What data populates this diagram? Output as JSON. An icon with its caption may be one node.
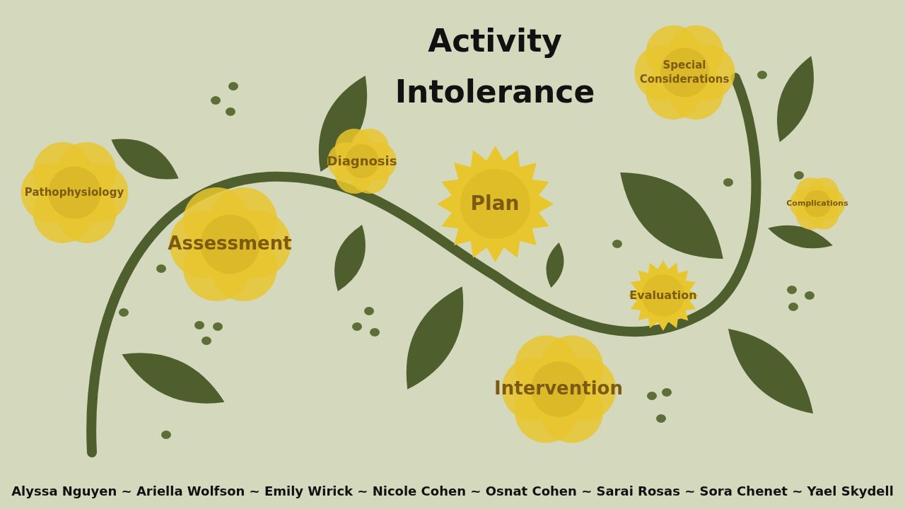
{
  "diagram": {
    "title": "Activity Intolerance",
    "nodes": [
      {
        "text": [
          "Pathophysiology"
        ]
      },
      {
        "text": [
          "Assessment"
        ]
      },
      {
        "text": [
          "Diagnosis"
        ]
      },
      {
        "text": [
          "Plan"
        ]
      },
      {
        "text": [
          "Intervention"
        ]
      },
      {
        "text": [
          "Evaluation"
        ]
      },
      {
        "text": [
          "Special Considerations"
        ]
      },
      {
        "text": [
          "Complications"
        ]
      }
    ],
    "labels": [
      "Alyssa Nguyen ~ Ariella Wolfson ~ Emily Wirick ~ Nicole Cohen ~ Osnat Cohen ~ Sarai Rosas ~ Sora Chenet ~ Yael Skydell"
    ]
  }
}
